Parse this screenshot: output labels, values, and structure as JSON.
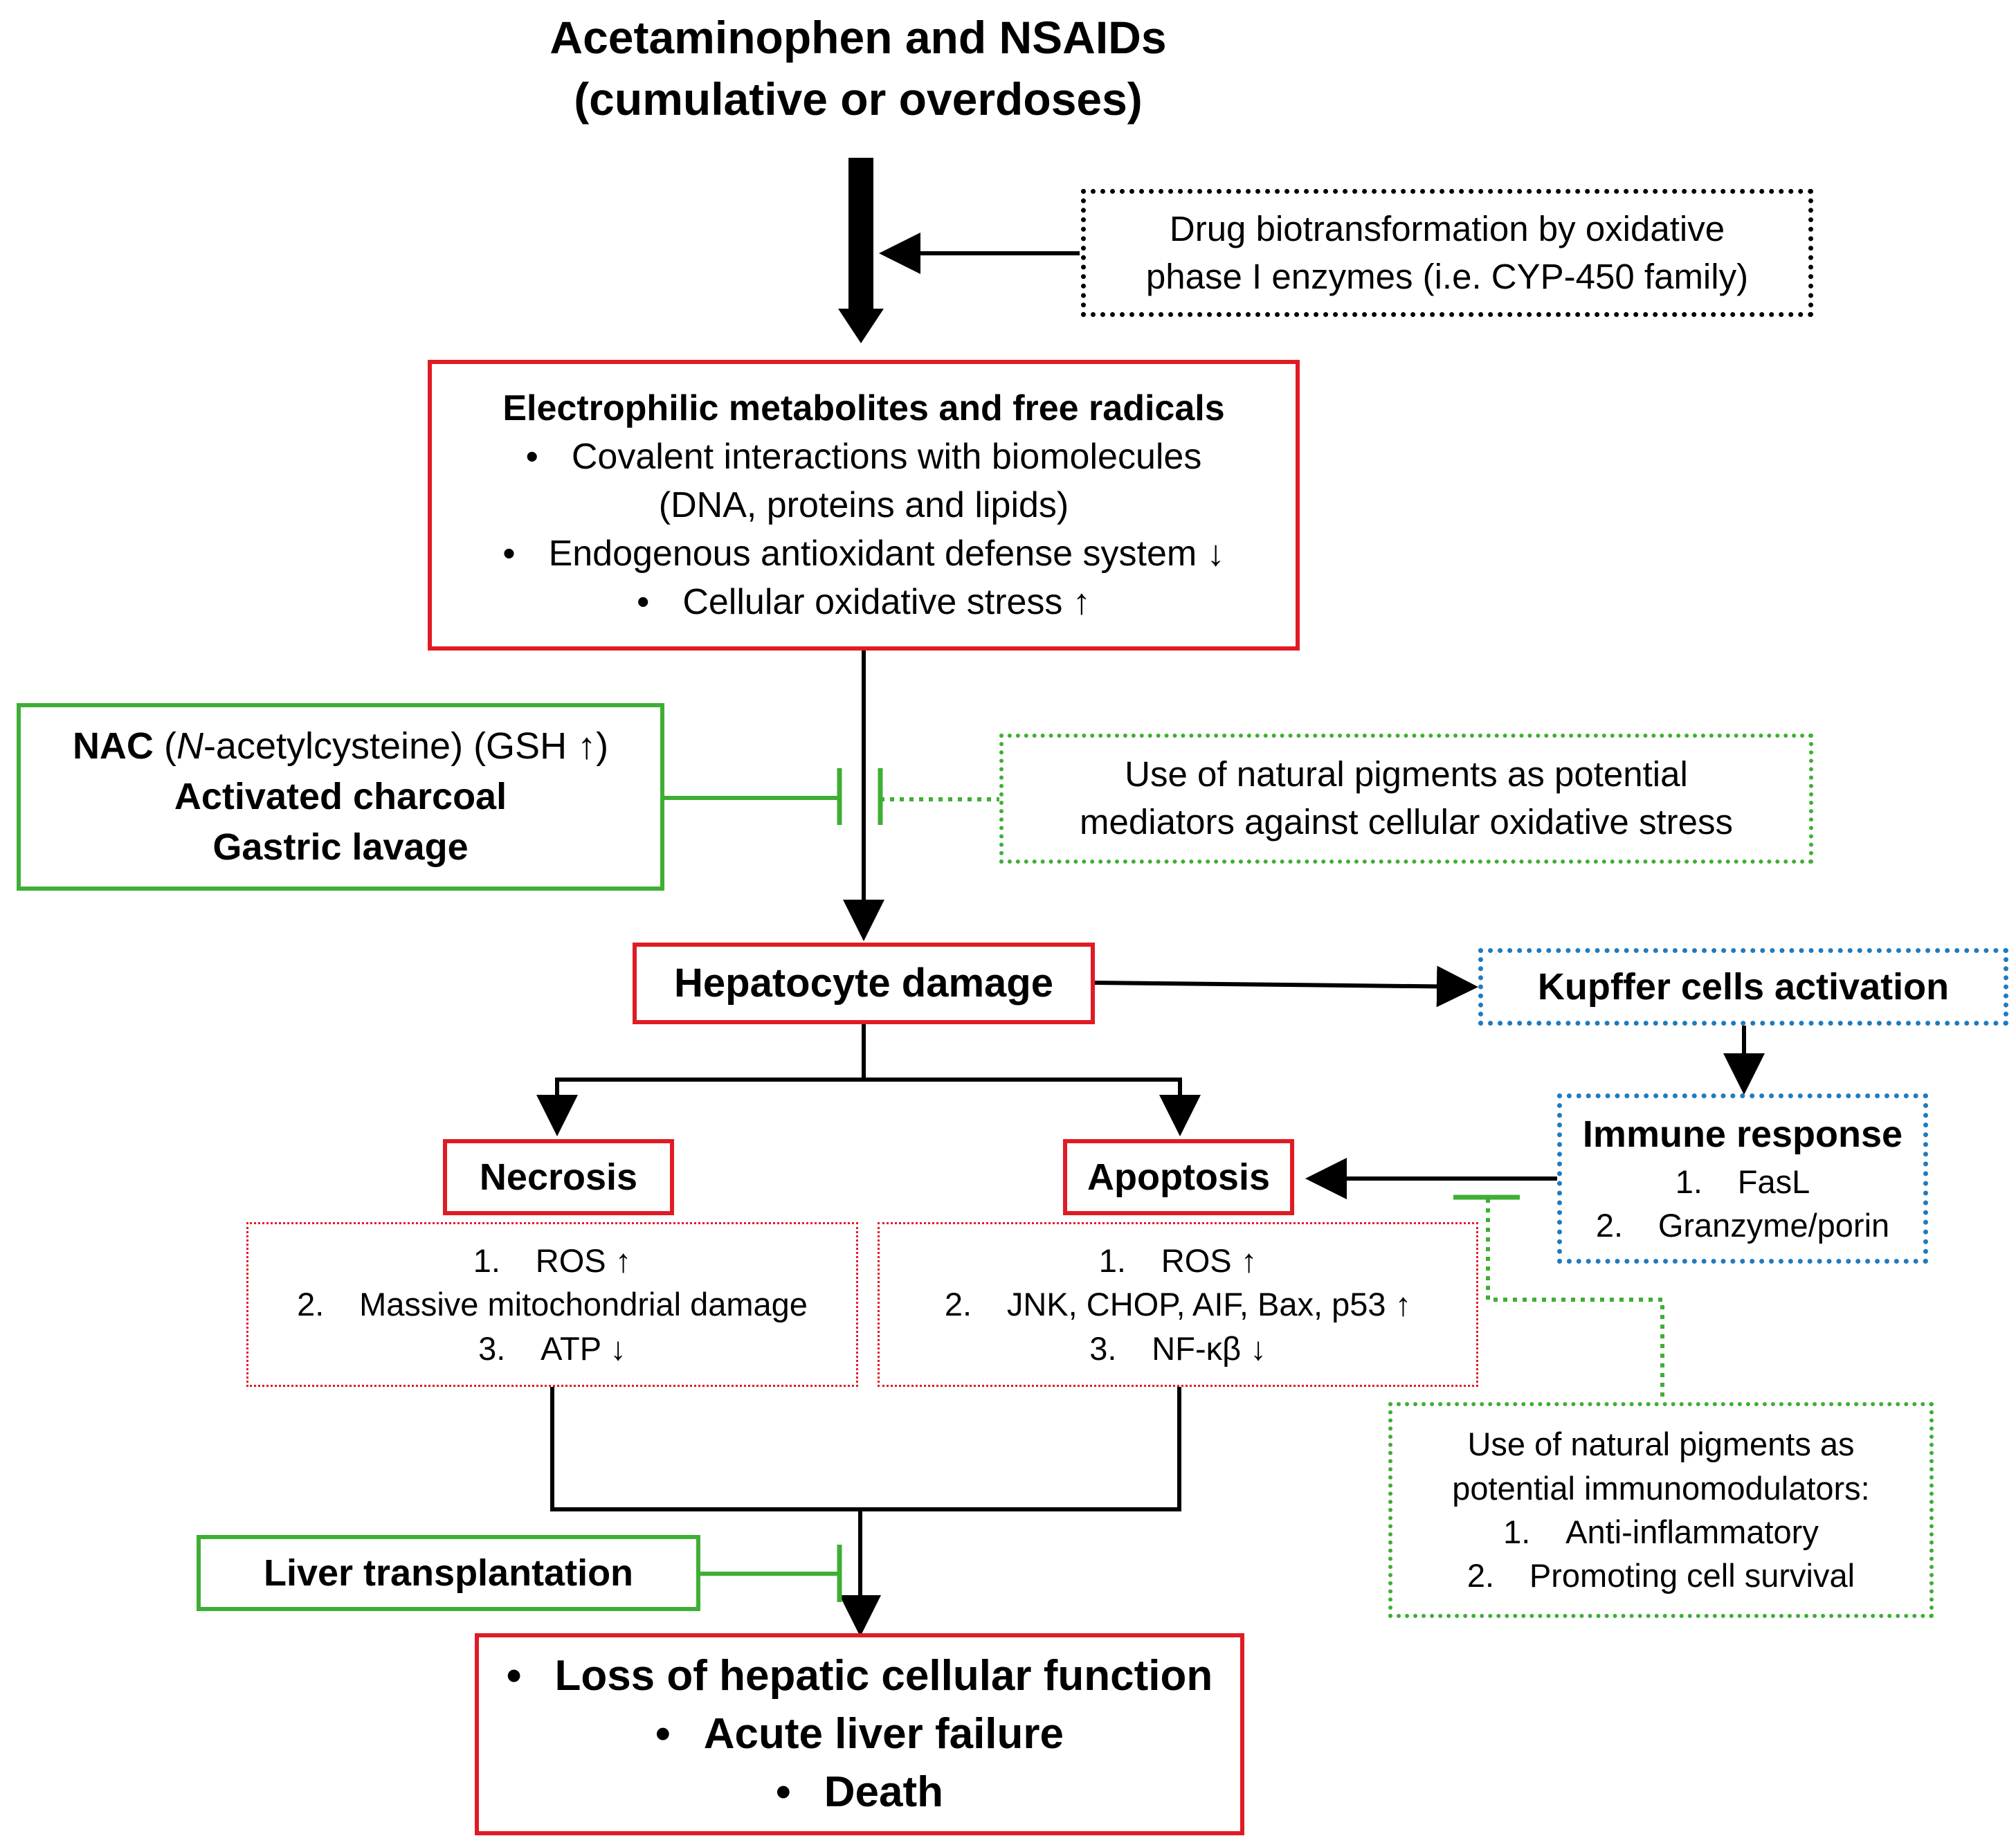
{
  "title": {
    "line1": "Acetaminophen and NSAIDs",
    "line2": "(cumulative or overdoses)"
  },
  "biotransformation": {
    "line1": "Drug biotransformation by oxidative",
    "line2": "phase I enzymes (i.e. CYP-450 family)"
  },
  "electrophilic": {
    "heading": "Electrophilic metabolites and free radicals",
    "items": [
      "Covalent interactions with biomolecules",
      "(DNA, proteins and lipids)",
      "Endogenous antioxidant defense system ↓",
      "Cellular oxidative stress ↑"
    ]
  },
  "nac": {
    "nac_bold": "NAC",
    "nac_open": " (",
    "nac_italic": "N",
    "nac_rest": "-acetylcysteine) (GSH ↑)",
    "charcoal": "Activated charcoal",
    "lavage": "Gastric lavage"
  },
  "pigments_oxidative": {
    "line1": "Use of natural pigments as potential",
    "line2": "mediators against cellular oxidative stress"
  },
  "hepatocyte": {
    "label": "Hepatocyte damage"
  },
  "kupffer": {
    "label": "Kupffer cells activation"
  },
  "immune": {
    "heading": "Immune response",
    "items": [
      {
        "num": "1.",
        "text": "FasL"
      },
      {
        "num": "2.",
        "text": "Granzyme/porin"
      }
    ]
  },
  "necrosis": {
    "label": "Necrosis",
    "items": [
      {
        "num": "1.",
        "text": "ROS ↑"
      },
      {
        "num": "2.",
        "text": "Massive mitochondrial damage"
      },
      {
        "num": "3.",
        "text": "ATP ↓"
      }
    ]
  },
  "apoptosis": {
    "label": "Apoptosis",
    "items": [
      {
        "num": "1.",
        "text": "ROS ↑"
      },
      {
        "num": "2.",
        "text": "JNK, CHOP, AIF, Bax, p53 ↑"
      },
      {
        "num": "3.",
        "text": "NF-κβ ↓"
      }
    ]
  },
  "pigments_immuno": {
    "line1": "Use of natural pigments as",
    "line2": "potential immunomodulators:",
    "items": [
      {
        "num": "1.",
        "text": "Anti-inflammatory"
      },
      {
        "num": "2.",
        "text": "Promoting cell survival"
      }
    ]
  },
  "transplant": {
    "label": "Liver transplantation"
  },
  "outcome": {
    "items": [
      "Loss of hepatic cellular function",
      "Acute liver failure",
      "Death"
    ]
  },
  "colors": {
    "damage_red": "#e01b24",
    "treatment_green": "#3fae35",
    "immune_blue": "#1f7bc0",
    "line_black": "#000000"
  }
}
